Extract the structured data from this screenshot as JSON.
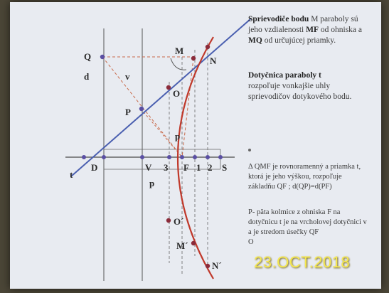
{
  "labels": {
    "Q": "Q",
    "d": "d",
    "v": "v",
    "M": "M",
    "N": "N",
    "O": "O",
    "P_mid": "P",
    "P_small": "p",
    "D": "D",
    "V": "V",
    "three": "3",
    "F": "F",
    "one": "1",
    "two": "2",
    "S": "S",
    "p_lower": "p",
    "O_prime": "O´",
    "M_prime": "M´",
    "N_prime": "N´",
    "t": "t"
  },
  "panel": {
    "p1_title": "Sprievodiče bodu",
    "p1_text_a": " M paraboly sú jeho vzdialenosti ",
    "p1_mf": "MF",
    "p1_text_b": " od ohniska a ",
    "p1_mq": "MQ",
    "p1_text_c": " od určujúcej priamky.",
    "p2_title": "Dotyčnica paraboly t",
    "p2_text": "rozpoľuje vonkajšie uhly sprievodičov dotykového bodu.",
    "p3_text": "Δ QMF je rovnoramenný a priamka t, ktorá je jeho výškou, rozpoľuje základňu QF ; d(QP)=d(PF)",
    "p4_text": "P- päta kolmice z ohniska F na dotyčnicu t je na vrcholovej dotyčnici v a je stredom úsečky QF",
    "p4_tail": "O"
  },
  "stamp": "23.OCT.2018",
  "colors": {
    "parabola": "#c0392b",
    "tangent": "#4a5fb0",
    "points": "#5a4fa3",
    "dashes": "#c86a4a"
  }
}
